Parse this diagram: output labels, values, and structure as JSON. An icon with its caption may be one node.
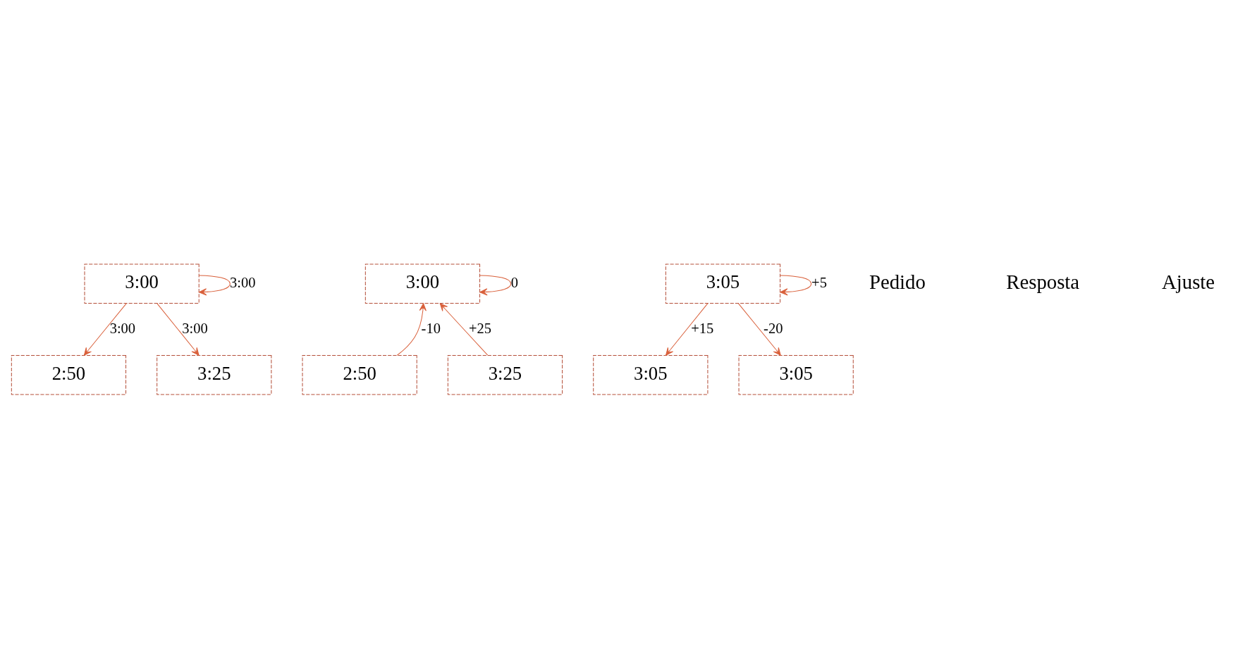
{
  "diagram": {
    "nodes": [
      {
        "text": [
          "3:00"
        ]
      },
      {
        "text": [
          "2:50"
        ]
      },
      {
        "text": [
          "3:25"
        ]
      },
      {
        "text": [
          "3:00"
        ]
      },
      {
        "text": [
          "2:50"
        ]
      },
      {
        "text": [
          "3:25"
        ]
      },
      {
        "text": [
          "3:05"
        ]
      },
      {
        "text": [
          "3:05"
        ]
      },
      {
        "text": [
          "3:05"
        ]
      }
    ],
    "edges": [
      {
        "from": 0,
        "to": 0,
        "arrow": "to",
        "label": "3:00"
      },
      {
        "from": 0,
        "to": 1,
        "arrow": "to",
        "label": "3:00"
      },
      {
        "from": 0,
        "to": 2,
        "arrow": "to",
        "label": "3:00"
      },
      {
        "from": 3,
        "to": 3,
        "arrow": "to",
        "label": "0"
      },
      {
        "from": 4,
        "to": 3,
        "arrow": "to",
        "label": "-10"
      },
      {
        "from": 5,
        "to": 3,
        "arrow": "to",
        "label": "+25"
      },
      {
        "from": 6,
        "to": 6,
        "arrow": "to",
        "label": "+5"
      },
      {
        "from": 6,
        "to": 7,
        "arrow": "to",
        "label": "+15"
      },
      {
        "from": 6,
        "to": 8,
        "arrow": "to",
        "label": "-20"
      }
    ],
    "labels": [
      "Pedido",
      "Resposta",
      "Ajuste"
    ]
  }
}
